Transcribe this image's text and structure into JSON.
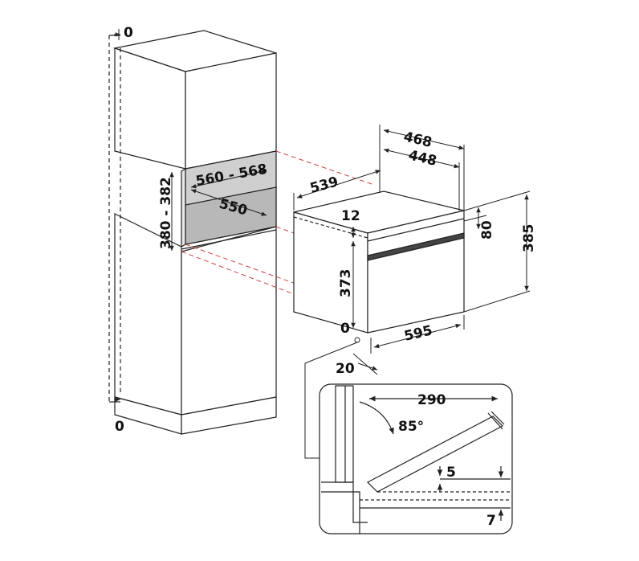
{
  "dimensions": {
    "cabinet_top_offset": "0",
    "cabinet_bottom_offset": "0",
    "niche_width": "560 - 568",
    "niche_depth": "550",
    "niche_height": "380 - 382",
    "oven_depth_outer": "468",
    "oven_depth_body": "448",
    "oven_total_depth": "539",
    "panel_top_gap": "12",
    "control_panel_height": "80",
    "oven_total_height": "385",
    "oven_body_height": "373",
    "oven_width": "595",
    "front_offset": "0",
    "door_protrusion": "20"
  },
  "door_detail": {
    "door_open_length": "290",
    "door_angle": "85°",
    "gap_a": "5",
    "gap_b": "7"
  },
  "colors": {
    "line": "#222222",
    "niche_fill": "#b8b8b8",
    "niche_back_fill": "#cfcfcf",
    "red_dash": "#d04040",
    "background": "#ffffff"
  }
}
